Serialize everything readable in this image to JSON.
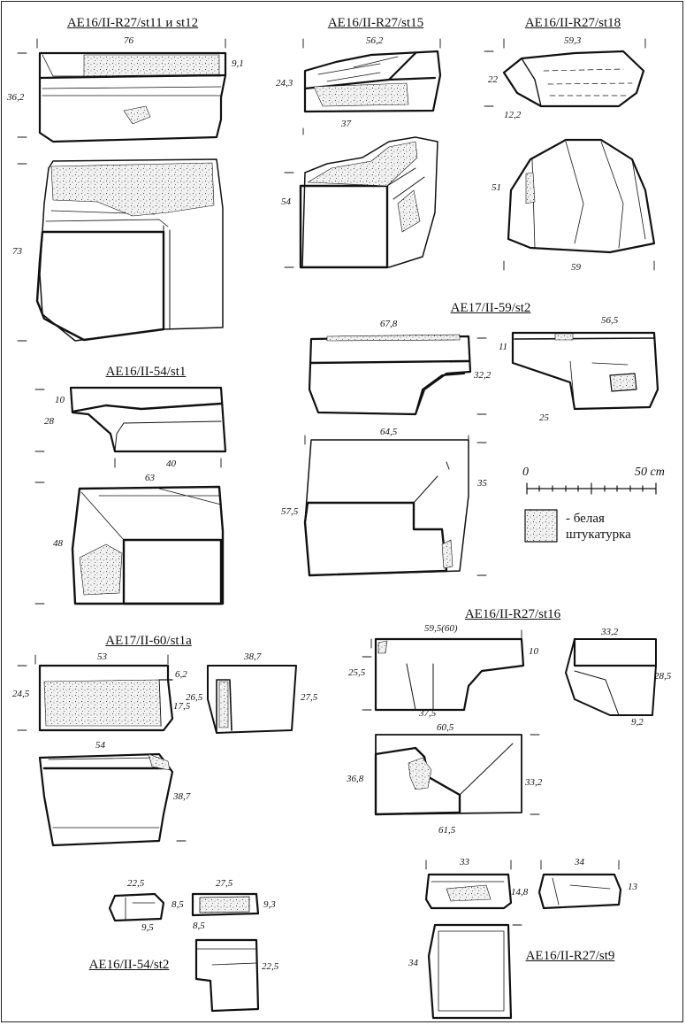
{
  "titles": {
    "st11_12": "AE16/II-R27/st11 и st12",
    "st15": "AE16/II-R27/st15",
    "st18": "AE16/II-R27/st18",
    "st59": "AE17/II-59/st2",
    "st54_1": "AE16/II-54/st1",
    "st60": "AE17/II-60/st1a",
    "st16": "AE16/II-R27/st16",
    "st54_2": "AE16/II-54/st2",
    "st9": "AE16/II-R27/st9"
  },
  "dims": {
    "a1": "76",
    "a2": "9,1",
    "a3": "36,2",
    "a4": "73",
    "b1": "56,2",
    "b2": "24,3",
    "b3": "37",
    "b4": "54",
    "c1": "59,3",
    "c2": "22",
    "c3": "12,2",
    "c4": "51",
    "c5": "59",
    "d1": "67,8",
    "d2": "32,2",
    "d3": "56,5",
    "d4": "11",
    "d5": "25",
    "d6": "64,5",
    "d7": "35",
    "d8": "57,5",
    "e1": "10",
    "e2": "28",
    "e3": "40",
    "e4": "63",
    "e5": "48",
    "f1": "53",
    "f2": "6,2",
    "f3": "24,5",
    "f4": "17,5",
    "f5": "38,7",
    "f6": "26,5",
    "f7": "27,5",
    "f8": "54",
    "f9": "38,7",
    "g1": "59,5(60)",
    "g2": "10",
    "g3": "25,5",
    "g4": "37,5",
    "g5": "33,2",
    "g6": "28,5",
    "g7": "9,2",
    "g8": "60,5",
    "g9": "36,8",
    "g10": "33,2",
    "g11": "61,5",
    "h1": "22,5",
    "h2": "8,5",
    "h3": "9,5",
    "h4": "27,5",
    "h5": "9,3",
    "h6": "8,5",
    "h7": "22,5",
    "i1": "33",
    "i2": "14,8",
    "i3": "34",
    "i4": "13",
    "i5": "34"
  },
  "scale": {
    "zero": "0",
    "max": "50 cm"
  },
  "legend": {
    "line1": "- белая",
    "line2": "штукатурка"
  }
}
